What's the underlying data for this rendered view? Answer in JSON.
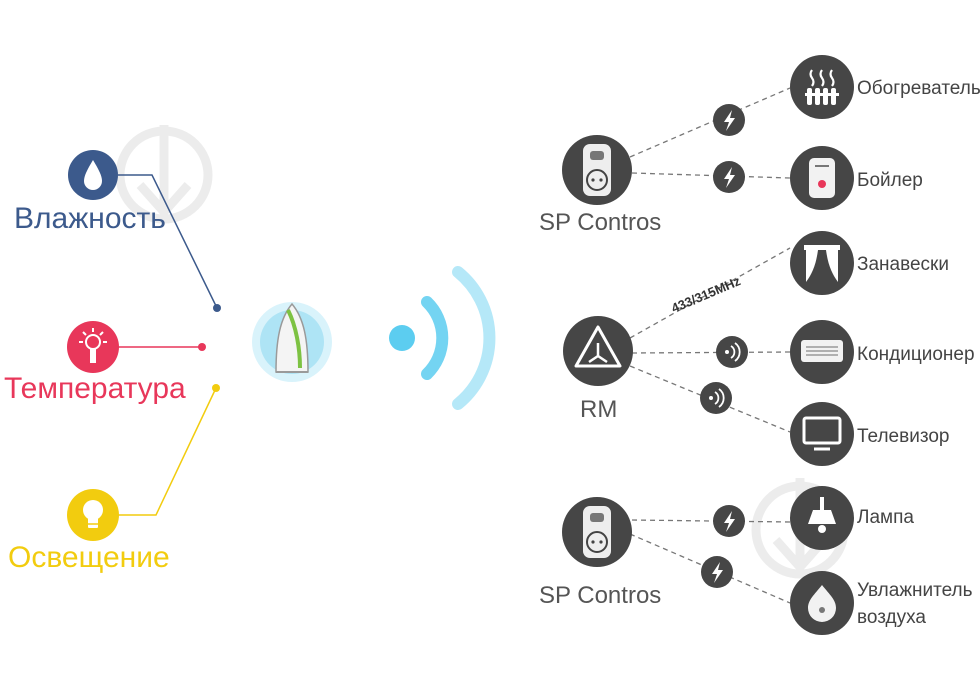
{
  "sensors": [
    {
      "label": "Влажность",
      "color": "#3c5a8c"
    },
    {
      "label": "Температура",
      "color": "#e8375a"
    },
    {
      "label": "Освещение",
      "color": "#f2cc0f"
    }
  ],
  "hubs": [
    {
      "label": "SP Contros"
    },
    {
      "label": "RM"
    },
    {
      "label": "SP Contros"
    }
  ],
  "devices": [
    {
      "label": "Обогреватель",
      "icon": "heater-icon"
    },
    {
      "label": "Бойлер",
      "icon": "boiler-icon"
    },
    {
      "label": "Занавески",
      "icon": "curtains-icon"
    },
    {
      "label": "Кондиционер",
      "icon": "air-conditioner-icon"
    },
    {
      "label": "Телевизор",
      "icon": "tv-icon"
    },
    {
      "label": "Лампа",
      "icon": "lamp-icon"
    },
    {
      "label": "Увлажнитель",
      "label2": "воздуха",
      "icon": "humidifier-icon"
    }
  ],
  "rf_frequency": "433/315MHz",
  "colors": {
    "dark_circle": "#464646",
    "wifi_blue": "#5ccdf0",
    "line_gray": "#777777"
  }
}
